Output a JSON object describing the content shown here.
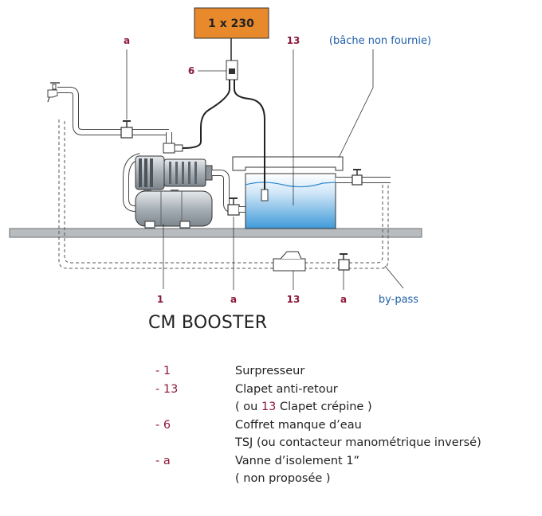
{
  "power_box": {
    "label": "1 x 230",
    "color": "#e8892b"
  },
  "tank_note": "(bâche non fournie)",
  "callouts": {
    "a_top": "a",
    "six": "6",
    "thirteen_top": "13",
    "one": "1",
    "a_pump": "a",
    "thirteen_bottom": "13",
    "a_bypass": "a",
    "bypass": "by-pass"
  },
  "title": "CM BOOSTER",
  "legend": [
    {
      "key": "- 1",
      "desc": "Surpresseur"
    },
    {
      "key": "- 13",
      "desc": "Clapet anti-retour"
    },
    {
      "key": "",
      "desc_prefix": "( ou ",
      "desc_ref": "13",
      "desc_suffix": " Clapet crépine )"
    },
    {
      "key": "- 6",
      "desc": "Coffret manque d’eau"
    },
    {
      "key": "",
      "desc": "TSJ (ou contacteur manométrique inversé)"
    },
    {
      "key": "- a",
      "desc": "Vanne d’isolement 1”"
    },
    {
      "key": "",
      "desc": "( non proposée )"
    }
  ],
  "colors": {
    "label_red": "#8b1a3a",
    "label_blue": "#1f5fa8",
    "water": "#4aa3df",
    "pump": "#9ea7b0"
  }
}
